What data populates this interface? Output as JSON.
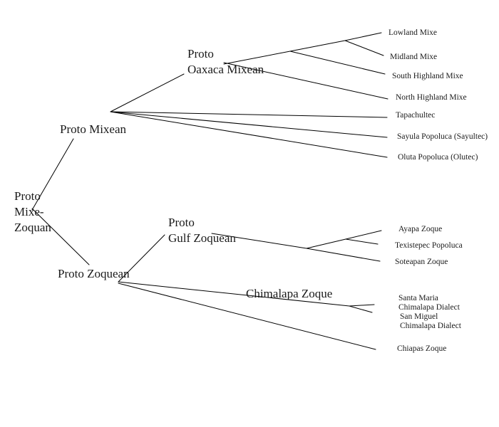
{
  "diagram": {
    "type": "language-family-tree",
    "root": {
      "label_lines": [
        "Proto",
        "Mixe-",
        "Zoquan"
      ]
    },
    "intermediate_nodes": {
      "proto_mixean": {
        "label": "Proto Mixean"
      },
      "proto_oaxaca_mixean": {
        "label_lines": [
          "Proto",
          "Oaxaca Mixean"
        ]
      },
      "proto_zoquean": {
        "label": "Proto Zoquean"
      },
      "proto_gulf_zoquean": {
        "label_lines": [
          "Proto",
          "Gulf Zoquean"
        ]
      },
      "chimalapa_zoque": {
        "label": "Chimalapa Zoque"
      }
    },
    "leaves": {
      "lowland_mixe": "Lowland Mixe",
      "midland_mixe": "Midland Mixe",
      "south_highland_mixe": "South Highland Mixe",
      "north_highland_mixe": "North Highland Mixe",
      "tapachultec": "Tapachultec",
      "sayula_popoluca": "Sayula Popoluca (Sayultec)",
      "oluta_popoluca": "Oluta Popoluca (Olutec)",
      "ayapa_zoque": "Ayapa Zoque",
      "texistepec_popoluca": "Texistepec Popoluca",
      "soteapan_zoque": "Soteapan Zoque",
      "santa_maria_chimalapa": [
        "Santa Maria",
        "Chimalapa Dialect"
      ],
      "san_miguel_chimalapa": [
        "San Miguel",
        "Chimalapa Dialect"
      ],
      "chiapas_zoque": "Chiapas Zoque"
    },
    "edges": [
      [
        "Proto Mixe-Zoquan",
        "Proto Mixean"
      ],
      [
        "Proto Mixe-Zoquan",
        "Proto Zoquean"
      ],
      [
        "Proto Mixean",
        "Proto Oaxaca Mixean"
      ],
      [
        "Proto Mixean",
        "Tapachultec"
      ],
      [
        "Proto Mixean",
        "Sayula Popoluca (Sayultec)"
      ],
      [
        "Proto Mixean",
        "Oluta Popoluca (Olutec)"
      ],
      [
        "Proto Oaxaca Mixean",
        "Lowland Mixe"
      ],
      [
        "Proto Oaxaca Mixean",
        "Midland Mixe"
      ],
      [
        "Proto Oaxaca Mixean",
        "South Highland Mixe"
      ],
      [
        "Proto Oaxaca Mixean",
        "North Highland Mixe"
      ],
      [
        "Proto Zoquean",
        "Proto Gulf Zoquean"
      ],
      [
        "Proto Zoquean",
        "Chimalapa Zoque"
      ],
      [
        "Proto Zoquean",
        "Chiapas Zoque"
      ],
      [
        "Proto Gulf Zoquean",
        "Ayapa Zoque"
      ],
      [
        "Proto Gulf Zoquean",
        "Texistepec Popoluca"
      ],
      [
        "Proto Gulf Zoquean",
        "Soteapan Zoque"
      ],
      [
        "Chimalapa Zoque",
        "Santa Maria Chimalapa Dialect"
      ],
      [
        "Chimalapa Zoque",
        "San Miguel Chimalapa Dialect"
      ]
    ],
    "line_color": "#000000",
    "text_color": "#1a1a1a"
  }
}
